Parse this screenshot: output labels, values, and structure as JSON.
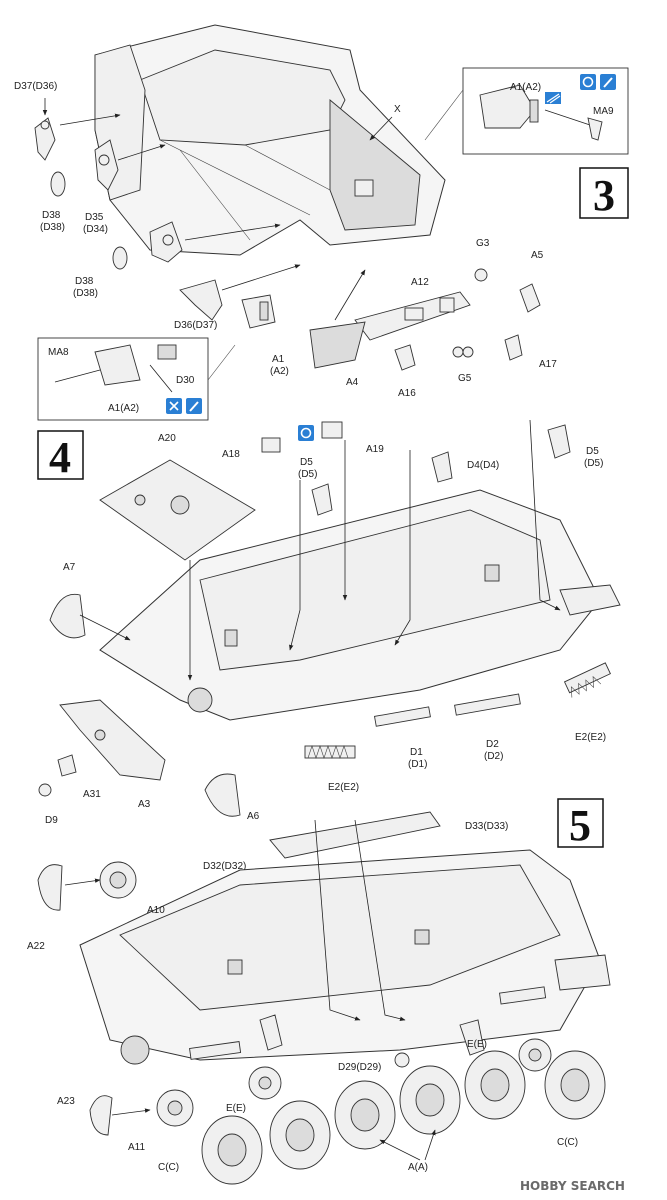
{
  "steps": {
    "step3": "3",
    "step4": "4",
    "step5": "5"
  },
  "labels": {
    "D37_D36": "D37(D36)",
    "X": "X",
    "A1_A2_top": "A1(A2)",
    "MA9": "MA9",
    "D38a": "D38",
    "D38a_alt": "(D38)",
    "D35": "D35",
    "D35_alt": "(D34)",
    "D38b": "D38",
    "D38b_alt": "(D38)",
    "G3": "G3",
    "A5": "A5",
    "A12": "A12",
    "D36_D37": "D36(D37)",
    "A1": "A1",
    "A1_alt": "(A2)",
    "A4": "A4",
    "A16": "A16",
    "G5": "G5",
    "A17": "A17",
    "MA8": "MA8",
    "D30": "D30",
    "A1_A2_inset": "A1(A2)",
    "A20": "A20",
    "A18": "A18",
    "A19": "A19",
    "D5a": "D5",
    "D5a_alt": "(D5)",
    "D4_D4": "D4(D4)",
    "D5b": "D5",
    "D5b_alt": "(D5)",
    "A7": "A7",
    "D1": "D1",
    "D1_alt": "(D1)",
    "D2": "D2",
    "D2_alt": "(D2)",
    "E2_E2_right": "E2(E2)",
    "E2_E2_left": "E2(E2)",
    "A31": "A31",
    "A3": "A3",
    "D9": "D9",
    "A6": "A6",
    "D33_D33": "D33(D33)",
    "D32_D32": "D32(D32)",
    "A10": "A10",
    "A22": "A22",
    "D29_D29": "D29(D29)",
    "E_E_right": "E(E)",
    "E_E_left": "E(E)",
    "A23": "A23",
    "A11": "A11",
    "C_C_left": "C(C)",
    "A_A": "A(A)",
    "C_C_right": "C(C)"
  },
  "watermark": "HOBBY SEARCH"
}
